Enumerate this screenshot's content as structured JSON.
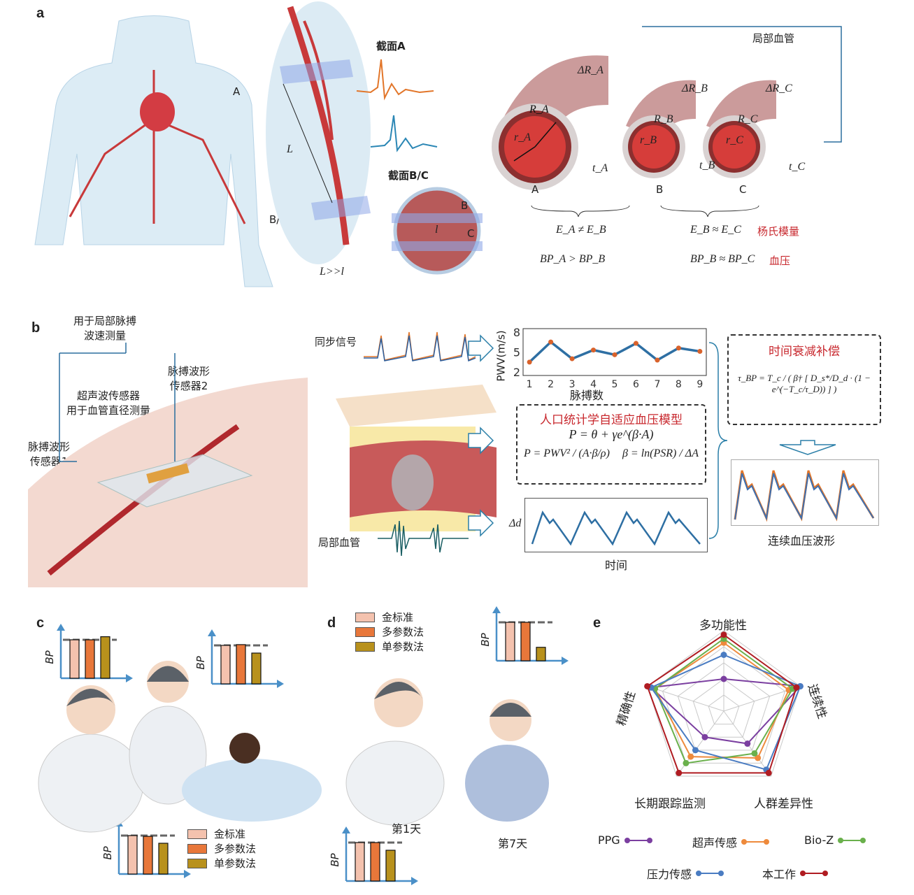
{
  "panel_a": {
    "letter": "a",
    "site_A": "A",
    "site_BC": "B/C",
    "section_A": "截面A",
    "section_BC": "截面B/C",
    "L": "L",
    "l": "l",
    "L_gg_l": "L>>l",
    "circle_B": "B",
    "circle_C": "C",
    "local_vessel": "局部血管",
    "vessels": [
      {
        "name": "A",
        "dR": "ΔR_A",
        "R": "R_A",
        "r": "r_A",
        "t": "t_A"
      },
      {
        "name": "B",
        "dR": "ΔR_B",
        "R": "R_B",
        "r": "r_B",
        "t": "t_B"
      },
      {
        "name": "C",
        "dR": "ΔR_C",
        "R": "R_C",
        "r": "r_C",
        "t": "t_C"
      }
    ],
    "E_AB": "E_A ≠ E_B",
    "E_BC": "E_B ≈ E_C",
    "youngs": "杨氏模量",
    "BP_AB": "BP_A > BP_B",
    "BP_BC": "BP_B ≈ BP_C",
    "bp": "血压"
  },
  "panel_b": {
    "letter": "b",
    "local_pwv": "用于局部脉搏\n波速测量",
    "sensor2": "脉搏波形\n传感器2",
    "ultrasound": "超声波传感器\n用于血管直径测量",
    "sensor1": "脉搏波形\n传感器1",
    "sync": "同步信号",
    "local_vessel": "局部血管",
    "model_title": "人口统计学自适应血压模型",
    "eq_main": "P = θ + γe^(β·A)",
    "eq_p": "P = PWV² / (A·β/ρ)",
    "eq_beta": "β = ln(PSR) / ΔA",
    "decay_title": "时间衰减补偿",
    "eq_tau": "τ_BP = T_c / ( β† [ D_s*/D_d · (1 − e^(−T_c/τ_D)) ] )",
    "dd_ylabel": "Δd",
    "dd_xlabel": "时间",
    "continuous": "连续血压波形"
  },
  "chart_data": [
    {
      "type": "line",
      "title": "",
      "xlabel": "脉搏数",
      "ylabel": "PWV(m/s)",
      "x": [
        1,
        2,
        3,
        4,
        5,
        6,
        7,
        8,
        9
      ],
      "y": [
        3.5,
        6.5,
        4.0,
        5.3,
        4.6,
        6.3,
        3.8,
        5.6,
        5.1
      ],
      "yticks": [
        2,
        5,
        8
      ],
      "ylim": [
        1.5,
        8.5
      ],
      "xlim": [
        0.7,
        9.3
      ]
    },
    {
      "type": "radar",
      "axes": [
        "多功能性",
        "连续性",
        "人群差异性",
        "长期跟踪监测",
        "精确性"
      ],
      "range": [
        0,
        1
      ],
      "series": [
        {
          "name": "PPG",
          "color": "#7b3fa0",
          "values": [
            0.4,
            1.0,
            0.5,
            0.4,
            0.95
          ]
        },
        {
          "name": "超声传感",
          "color": "#ee8a3c",
          "values": [
            0.85,
            0.85,
            0.72,
            0.7,
            0.9
          ]
        },
        {
          "name": "Bio-Z",
          "color": "#6ab04c",
          "values": [
            0.9,
            0.9,
            0.65,
            0.8,
            0.9
          ]
        },
        {
          "name": "压力传感",
          "color": "#4a7cc2",
          "values": [
            0.7,
            1.0,
            0.9,
            0.6,
            0.95
          ]
        },
        {
          "name": "本工作",
          "color": "#b01c22",
          "values": [
            0.95,
            0.95,
            0.95,
            0.95,
            1.0
          ]
        }
      ]
    },
    {
      "type": "bar",
      "name": "c-top-left",
      "ylabel": "BP",
      "categories": [
        "金标准",
        "多参数法",
        "单参数法"
      ],
      "values": [
        1.0,
        1.0,
        1.08
      ]
    },
    {
      "type": "bar",
      "name": "c-top-right",
      "ylabel": "BP",
      "categories": [
        "金标准",
        "多参数法",
        "单参数法"
      ],
      "values": [
        1.0,
        1.02,
        0.8
      ]
    },
    {
      "type": "bar",
      "name": "c-bottom",
      "ylabel": "BP",
      "categories": [
        "金标准",
        "多参数法",
        "单参数法"
      ],
      "values": [
        1.0,
        0.98,
        0.8
      ]
    },
    {
      "type": "bar",
      "name": "d-top",
      "ylabel": "BP",
      "categories": [
        "金标准",
        "多参数法",
        "单参数法"
      ],
      "values": [
        1.0,
        1.0,
        0.35
      ]
    },
    {
      "type": "bar",
      "name": "d-bottom",
      "ylabel": "BP",
      "categories": [
        "金标准",
        "多参数法",
        "单参数法"
      ],
      "values": [
        1.0,
        1.0,
        0.8
      ]
    }
  ],
  "panel_c": {
    "letter": "c",
    "legend": [
      "金标准",
      "多参数法",
      "单参数法"
    ]
  },
  "panel_d": {
    "letter": "d",
    "legend": [
      "金标准",
      "多参数法",
      "单参数法"
    ],
    "day1": "第1天",
    "day7": "第7天"
  },
  "panel_e": {
    "letter": "e"
  },
  "colors": {
    "gold": "#f4c2ae",
    "multi": "#e8773a",
    "single": "#b8911c",
    "vessel": "#c8393a",
    "axis": "#4a90c8"
  }
}
